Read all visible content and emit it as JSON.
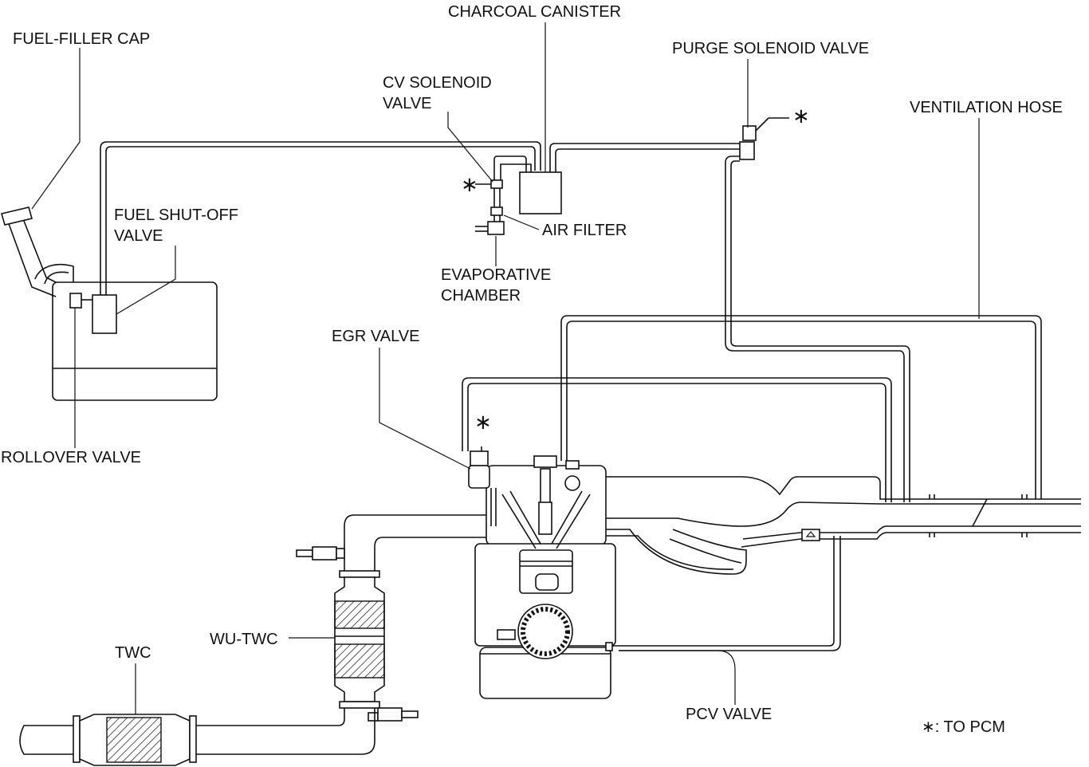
{
  "labels": {
    "fuel_filler_cap": "FUEL-FILLER CAP",
    "charcoal_canister": "CHARCOAL CANISTER",
    "cv_solenoid_valve_line1": "CV SOLENOID",
    "cv_solenoid_valve_line2": "VALVE",
    "purge_solenoid_valve": "PURGE SOLENOID VALVE",
    "ventilation_hose": "VENTILATION HOSE",
    "fuel_shutoff_valve_line1": "FUEL SHUT-OFF",
    "fuel_shutoff_valve_line2": "VALVE",
    "air_filter": "AIR FILTER",
    "evaporative_chamber_line1": "EVAPORATIVE",
    "evaporative_chamber_line2": "CHAMBER",
    "egr_valve": "EGR VALVE",
    "rollover_valve": "ROLLOVER VALVE",
    "wu_twc": "WU-TWC",
    "twc": "TWC",
    "pcv_valve": "PCV VALVE",
    "to_pcm_marker": "∗",
    "legend": "∗: TO PCM"
  },
  "colors": {
    "line": "#111111",
    "background": "#ffffff"
  }
}
